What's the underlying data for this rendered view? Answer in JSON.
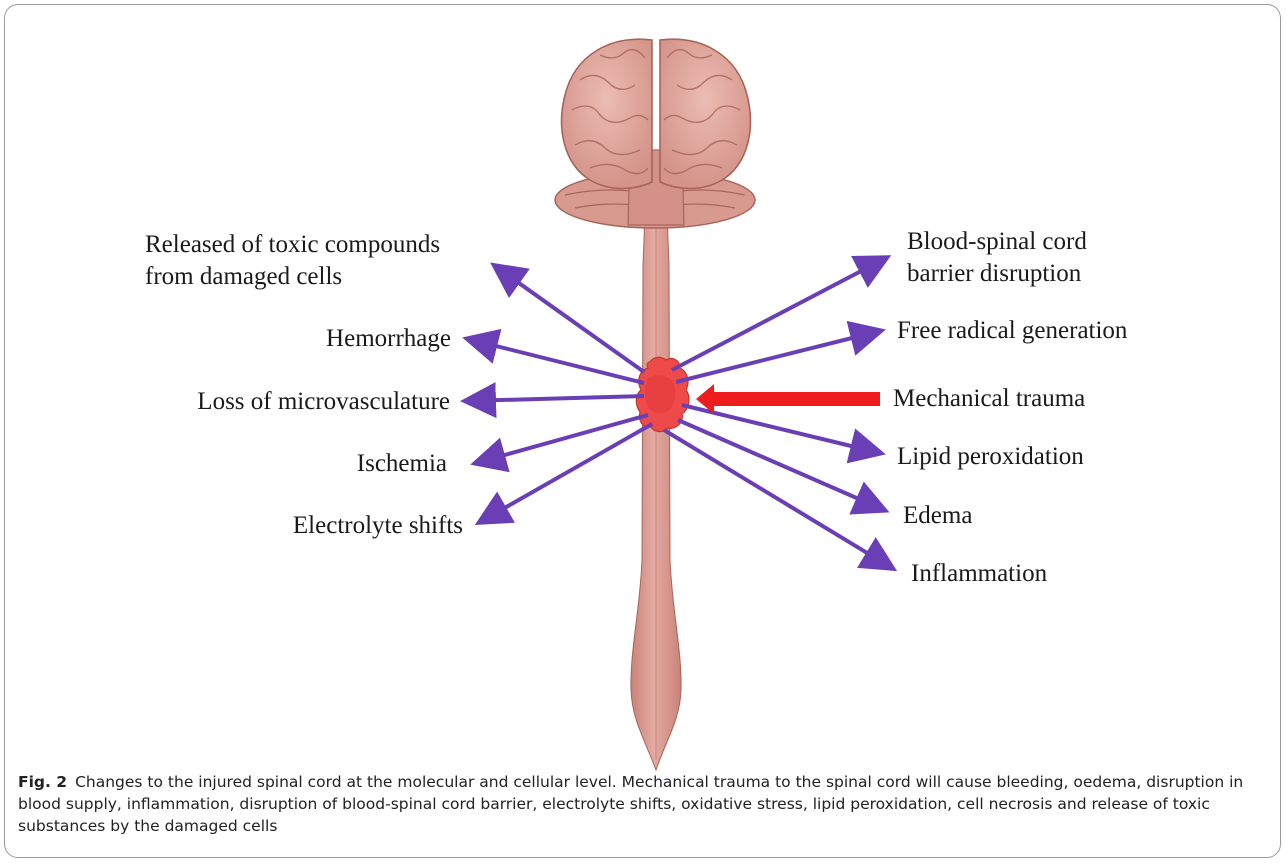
{
  "figure": {
    "number": "Fig. 2",
    "caption": "Changes to the injured spinal cord at the molecular and cellular level. Mechanical trauma to the spinal cord will cause bleeding, oedema, disruption in blood supply, inflammation, disruption of blood-spinal cord barrier, electrolyte shifts, oxidative stress, lipid peroxidation, cell necrosis and release of toxic substances by the damaged cells"
  },
  "left_effects": [
    "Released of toxic compounds",
    "from damaged cells",
    "Hemorrhage",
    "Loss of microvasculature",
    "Ischemia",
    "Electrolyte shifts"
  ],
  "right_effects": [
    "Blood-spinal cord",
    "barrier disruption",
    "Free radical generation",
    "Mechanical trauma",
    "Lipid peroxidation",
    "Edema",
    "Inflammation"
  ],
  "colors": {
    "arrow": "#6a3fb5",
    "trauma_arrow": "#ee1c1c",
    "injury": "#ef4a4a",
    "brain": "#e2aaa0",
    "brain_dark": "#b9776e",
    "cord": "#d9968d"
  },
  "icons": [
    "brain-illustration",
    "spinal-cord-illustration",
    "injury-site"
  ]
}
